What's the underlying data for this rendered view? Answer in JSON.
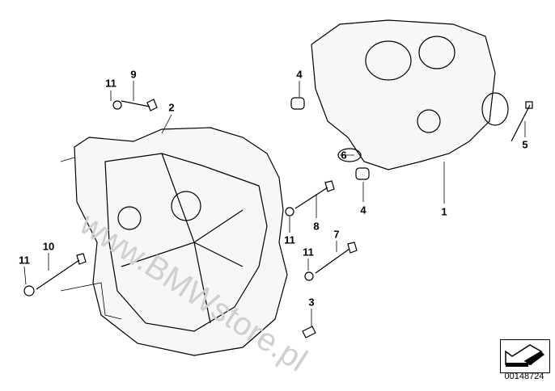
{
  "diagram": {
    "callouts": [
      {
        "id": "c1",
        "text": "11"
      },
      {
        "id": "c2",
        "text": "9"
      },
      {
        "id": "c3",
        "text": "2"
      },
      {
        "id": "c4",
        "text": "4"
      },
      {
        "id": "c5",
        "text": "6"
      },
      {
        "id": "c6",
        "text": "4"
      },
      {
        "id": "c7",
        "text": "1"
      },
      {
        "id": "c8",
        "text": "5"
      },
      {
        "id": "c9",
        "text": "8"
      },
      {
        "id": "c10",
        "text": "11"
      },
      {
        "id": "c11",
        "text": "7"
      },
      {
        "id": "c12",
        "text": "11"
      },
      {
        "id": "c13",
        "text": "10"
      },
      {
        "id": "c14",
        "text": "11"
      },
      {
        "id": "c15",
        "text": "3"
      }
    ],
    "watermark": "www.BMWstore.pl",
    "reference_number": "00148724"
  }
}
